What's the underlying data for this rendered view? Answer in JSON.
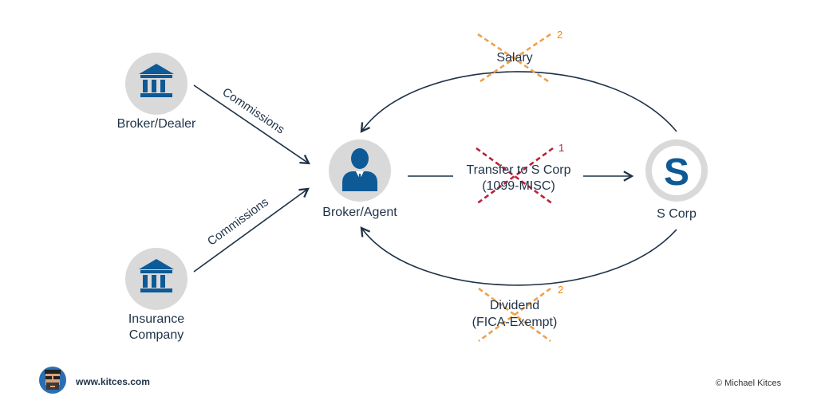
{
  "nodes": {
    "broker_dealer": {
      "label": "Broker/Dealer",
      "icon": "bank-icon"
    },
    "insurance_company": {
      "label_line1": "Insurance",
      "label_line2": "Company",
      "icon": "bank-icon"
    },
    "broker_agent": {
      "label": "Broker/Agent",
      "icon": "person-icon"
    },
    "s_corp": {
      "label": "S Corp",
      "icon_letter": "S"
    }
  },
  "flows": {
    "commissions_top": "Commissions",
    "commissions_bottom": "Commissions",
    "transfer_line1": "Transfer to S Corp",
    "transfer_line2": "(1099-MISC)",
    "salary": "Salary",
    "dividend_line1": "Dividend",
    "dividend_line2": "(FICA-Exempt)"
  },
  "footnotes": {
    "salary": "2",
    "transfer": "1",
    "dividend": "2"
  },
  "footer": {
    "website": "www.kitces.com",
    "copyright": "© Michael Kitces"
  },
  "colors": {
    "icon_bg": "#d9d9d9",
    "icon_fg": "#0e5a96",
    "line": "#1f3247",
    "cross_orange": "#f0a04b",
    "cross_red": "#c0203a"
  }
}
